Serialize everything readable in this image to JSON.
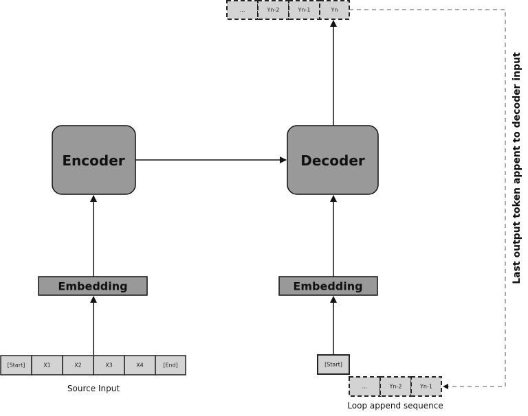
{
  "encoder": {
    "label": "Encoder"
  },
  "decoder": {
    "label": "Decoder"
  },
  "embedding_left": {
    "label": "Embedding"
  },
  "embedding_right": {
    "label": "Embedding"
  },
  "source_input": {
    "label": "Source Input",
    "tokens": [
      "[Start]",
      "X1",
      "X2",
      "X3",
      "X4",
      "[End]"
    ]
  },
  "decoder_start": {
    "label": "[Start]"
  },
  "output_sequence": {
    "tokens": [
      "...",
      "Yn-2",
      "Yn-1",
      "Yn"
    ]
  },
  "loop_sequence": {
    "label": "Loop append sequence",
    "tokens": [
      "...",
      "Yn-2",
      "Yn-1"
    ]
  },
  "feedback": {
    "label": "Last output token appent to decoder input"
  },
  "colors": {
    "box_fill": "#999999",
    "cell_fill": "#d3d3d3"
  }
}
